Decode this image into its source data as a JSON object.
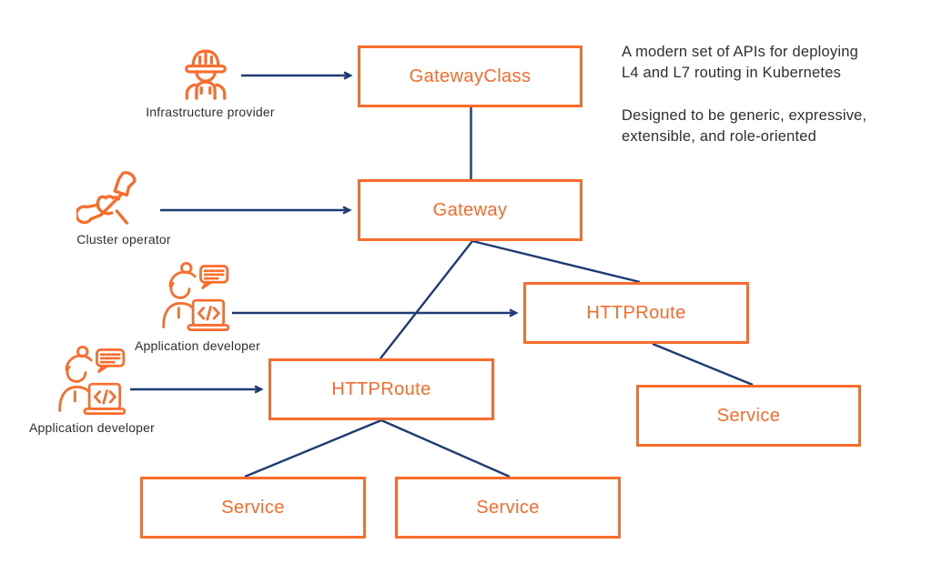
{
  "colors": {
    "accent": "#F96C2B",
    "navy": "#1F3B76",
    "ink": "#2E2E36",
    "background": "#FFFFFF"
  },
  "description": {
    "paragraph1": [
      "A modern set of APIs for deploying",
      "L4 and L7 routing in Kubernetes"
    ],
    "paragraph2": [
      "Designed to be generic, expressive,",
      "extensible, and role-oriented"
    ]
  },
  "nodes": {
    "gatewayclass": {
      "label": "GatewayClass"
    },
    "gateway": {
      "label": "Gateway"
    },
    "httproute_right": {
      "label": "HTTPRoute"
    },
    "httproute_left": {
      "label": "HTTPRoute"
    },
    "service_right": {
      "label": "Service"
    },
    "service_left": {
      "label": "Service"
    },
    "service_middle": {
      "label": "Service"
    }
  },
  "actors": {
    "infrastructure_provider": {
      "label": "Infrastructure provider",
      "icon": "construction-worker-icon"
    },
    "cluster_operator": {
      "label": "Cluster operator",
      "icon": "hand-wrench-icon"
    },
    "application_developer_top": {
      "label": "Application developer",
      "icon": "developer-with-laptop-icon"
    },
    "application_developer_bottom": {
      "label": "Application developer",
      "icon": "developer-with-laptop-icon"
    }
  }
}
